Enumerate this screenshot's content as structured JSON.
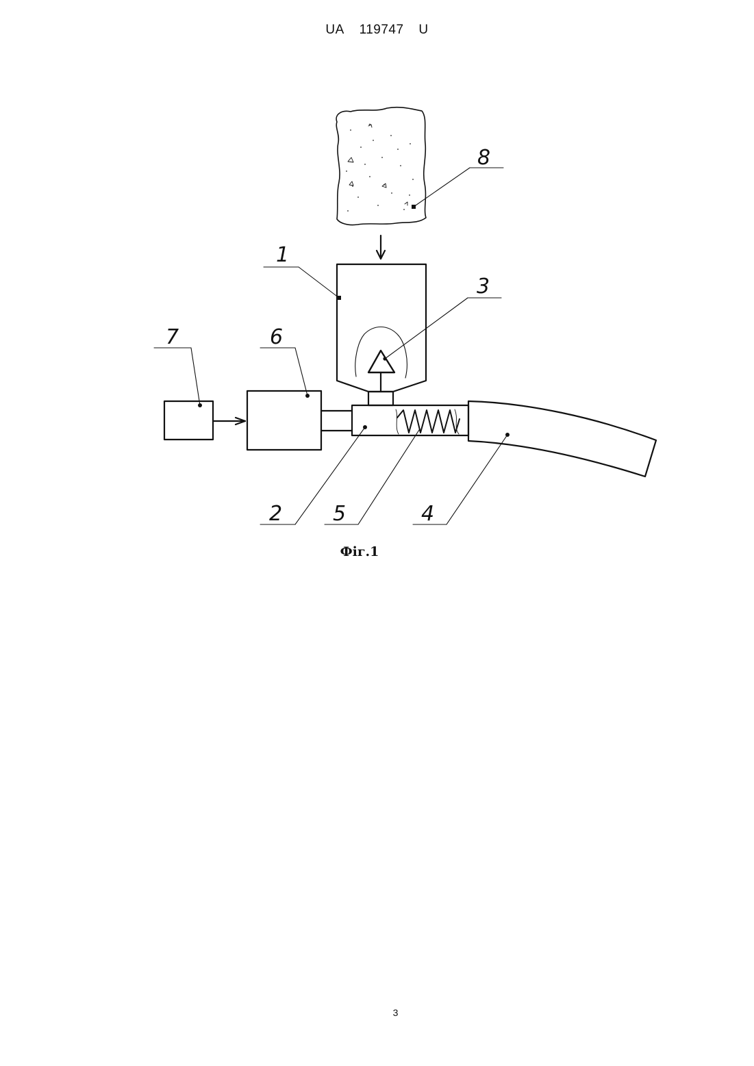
{
  "header": {
    "country": "UA",
    "number": "119747",
    "kind": "U"
  },
  "figure": {
    "caption": "Фіг.1",
    "labels": {
      "n1": "1",
      "n2": "2",
      "n3": "3",
      "n4": "4",
      "n5": "5",
      "n6": "6",
      "n7": "7",
      "n8": "8"
    }
  },
  "page_number": "3"
}
